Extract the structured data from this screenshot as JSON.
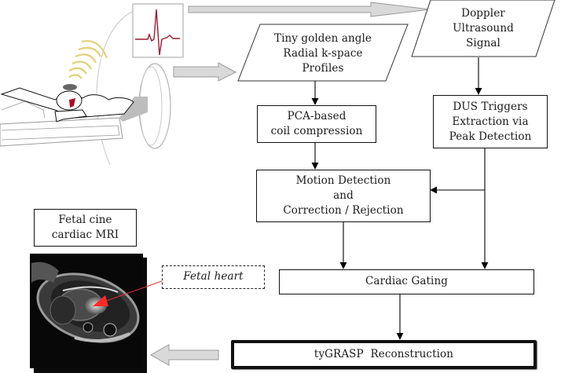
{
  "title": "Fetal cine cardiac MRI acquisition and reconstruction pipeline",
  "illustration": {
    "patient_in_scanner": "pregnant-patient-in-mri-scanner",
    "ultrasound_transducer": "doppler-ultrasound-probe",
    "ecg_waveform": "ecg-waveform",
    "colors": {
      "ecg_trace": "#9b1b2e",
      "ultrasound_waves": "#e3cf7a",
      "arrow_fill": "#d9d9d9",
      "arrow_stroke": "#9a9a9a"
    }
  },
  "nodes": {
    "doppler": {
      "lines": [
        "Doppler",
        "Ultrasound",
        "Signal"
      ],
      "shape": "parallelogram"
    },
    "kspace": {
      "lines": [
        "Tiny golden angle",
        "Radial k-space",
        "Profiles"
      ],
      "shape": "parallelogram"
    },
    "pca": {
      "lines": [
        "PCA-based",
        "coil compression"
      ],
      "shape": "rectangle"
    },
    "dus": {
      "lines": [
        "DUS Triggers",
        "Extraction via",
        "Peak Detection"
      ],
      "shape": "rectangle"
    },
    "motion": {
      "lines": [
        "Motion Detection",
        "and",
        "Correction / Rejection"
      ],
      "shape": "rectangle"
    },
    "gating": {
      "lines": [
        "Cardiac Gating"
      ],
      "shape": "rectangle"
    },
    "recon": {
      "lines": [
        "tyGRASP  Reconstruction"
      ],
      "shape": "rectangle-bold"
    },
    "output": {
      "lines": [
        "Fetal cine",
        "cardiac MRI"
      ],
      "shape": "rectangle"
    },
    "annotation": {
      "lines": [
        "Fetal heart"
      ],
      "shape": "dashed-rectangle"
    }
  },
  "edges": [
    {
      "from": "ecg-illustration",
      "to": "doppler",
      "style": "block-arrow"
    },
    {
      "from": "scanner-illustration",
      "to": "kspace",
      "style": "block-arrow"
    },
    {
      "from": "doppler",
      "to": "dus",
      "style": "arrow"
    },
    {
      "from": "kspace",
      "to": "pca",
      "style": "arrow"
    },
    {
      "from": "pca",
      "to": "motion",
      "style": "arrow"
    },
    {
      "from": "dus",
      "to": "motion",
      "style": "arrow"
    },
    {
      "from": "dus",
      "to": "gating",
      "style": "arrow"
    },
    {
      "from": "motion",
      "to": "gating",
      "style": "arrow"
    },
    {
      "from": "gating",
      "to": "recon",
      "style": "arrow"
    },
    {
      "from": "recon",
      "to": "mri-image",
      "style": "block-arrow"
    },
    {
      "from": "annotation",
      "to": "fetal-heart-in-image",
      "style": "red-pointer"
    }
  ],
  "mri_image": {
    "name": "fetal-cardiac-mri-image",
    "pointer_color": "#ff2a2a"
  }
}
